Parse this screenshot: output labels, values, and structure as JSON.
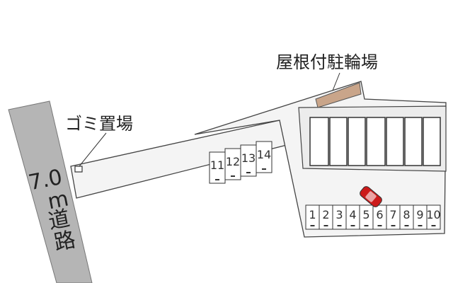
{
  "labels": {
    "bike_shelter": "屋根付駐輪場",
    "garbage_area": "ゴミ置場",
    "road_width": "7.0",
    "road_unit": "m",
    "road_char1": "道",
    "road_char2": "路"
  },
  "parking_spots_bottom": [
    "1",
    "2",
    "3",
    "4",
    "5",
    "6",
    "7",
    "8",
    "9",
    "10"
  ],
  "parking_spots_left": [
    "11",
    "12",
    "13",
    "14"
  ],
  "colors": {
    "road": "#b5b5b5",
    "lot": "#f4f4f4",
    "building_roof": "#ffffff",
    "shelter": "#c9a58a",
    "car": "#cc1a1a",
    "outline": "#333333"
  },
  "highlighted_spot": "6"
}
